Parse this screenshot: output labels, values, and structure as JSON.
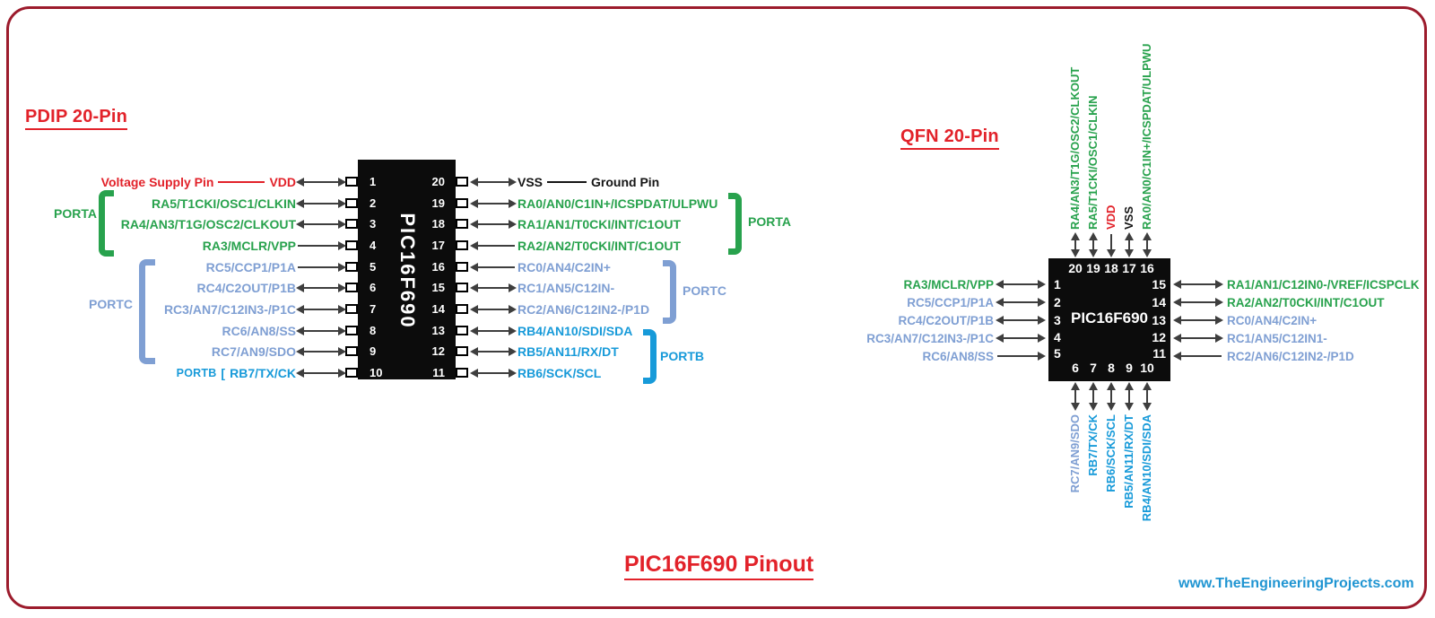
{
  "titles": {
    "pdip": "PDIP 20-Pin",
    "qfn": "QFN 20-Pin",
    "footer": "PIC16F690 Pinout",
    "website": "www.TheEngineeringProjects.com"
  },
  "chip": {
    "name": "PIC16F690"
  },
  "ports": {
    "porta": "PORTA",
    "portb": "PORTB",
    "portc": "PORTC",
    "portb_bracket": "["
  },
  "colors": {
    "red": "#e2222a",
    "maroon_border": "#9c1b2c",
    "green": "#28a24d",
    "portc_blue": "#7f9fd3",
    "portb_blue": "#179ad9",
    "black": "#151515",
    "arrow_gray": "#3e3e3e",
    "chip_black": "#0c0c0c",
    "website_blue": "#2095d2"
  },
  "pdip": {
    "left": [
      {
        "num": "1",
        "note": "Voltage Supply Pin",
        "label": "VDD"
      },
      {
        "num": "2",
        "label": "RA5/T1CKI/OSC1/CLKIN"
      },
      {
        "num": "3",
        "label": "RA4/AN3/T1G/OSC2/CLKOUT"
      },
      {
        "num": "4",
        "label": "RA3/MCLR/VPP"
      },
      {
        "num": "5",
        "label": "RC5/CCP1/P1A"
      },
      {
        "num": "6",
        "label": "RC4/C2OUT/P1B"
      },
      {
        "num": "7",
        "label": "RC3/AN7/C12IN3-/P1C"
      },
      {
        "num": "8",
        "label": "RC6/AN8/SS"
      },
      {
        "num": "9",
        "label": "RC7/AN9/SDO"
      },
      {
        "num": "10",
        "label": "RB7/TX/CK"
      }
    ],
    "right": [
      {
        "num": "20",
        "label": "VSS",
        "note": "Ground Pin"
      },
      {
        "num": "19",
        "label": "RA0/AN0/C1IN+/ICSPDAT/ULPWU"
      },
      {
        "num": "18",
        "label": "RA1/AN1/T0CKI/INT/C1OUT"
      },
      {
        "num": "17",
        "label": "RA2/AN2/T0CKI/INT/C1OUT"
      },
      {
        "num": "16",
        "label": "RC0/AN4/C2IN+"
      },
      {
        "num": "15",
        "label": "RC1/AN5/C12IN-"
      },
      {
        "num": "14",
        "label": "RC2/AN6/C12IN2-/P1D"
      },
      {
        "num": "13",
        "label": "RB4/AN10/SDI/SDA"
      },
      {
        "num": "12",
        "label": "RB5/AN11/RX/DT"
      },
      {
        "num": "11",
        "label": "RB6/SCK/SCL"
      }
    ]
  },
  "qfn": {
    "top": [
      {
        "num": "20",
        "label": "RA4/AN3/T1G/OSC2/CLKOUT"
      },
      {
        "num": "19",
        "label": "RA5/T1CKI/OSC1/CLKIN"
      },
      {
        "num": "18",
        "label": "VDD"
      },
      {
        "num": "17",
        "label": "VSS"
      },
      {
        "num": "16",
        "label": "RA0/AN0/C1IN+/ICSPDAT/ULPWU"
      }
    ],
    "left": [
      {
        "num": "1",
        "label": "RA3/MCLR/VPP"
      },
      {
        "num": "2",
        "label": "RC5/CCP1/P1A"
      },
      {
        "num": "3",
        "label": "RC4/C2OUT/P1B"
      },
      {
        "num": "4",
        "label": "RC3/AN7/C12IN3-/P1C"
      },
      {
        "num": "5",
        "label": "RC6/AN8/SS"
      }
    ],
    "right": [
      {
        "num": "15",
        "label": "RA1/AN1/C12IN0-/VREF/ICSPCLK"
      },
      {
        "num": "14",
        "label": "RA2/AN2/T0CKI/INT/C1OUT"
      },
      {
        "num": "13",
        "label": "RC0/AN4/C2IN+"
      },
      {
        "num": "12",
        "label": "RC1/AN5/C12IN1-"
      },
      {
        "num": "11",
        "label": "RC2/AN6/C12IN2-/P1D"
      }
    ],
    "bottom": [
      {
        "num": "6",
        "label": "RC7/AN9/SDO"
      },
      {
        "num": "7",
        "label": "RB7/TX/CK"
      },
      {
        "num": "8",
        "label": "RB6/SCK/SCL"
      },
      {
        "num": "9",
        "label": "RB5/AN11/RX/DT"
      },
      {
        "num": "10",
        "label": "RB4/AN10/SDI/SDA"
      }
    ]
  }
}
